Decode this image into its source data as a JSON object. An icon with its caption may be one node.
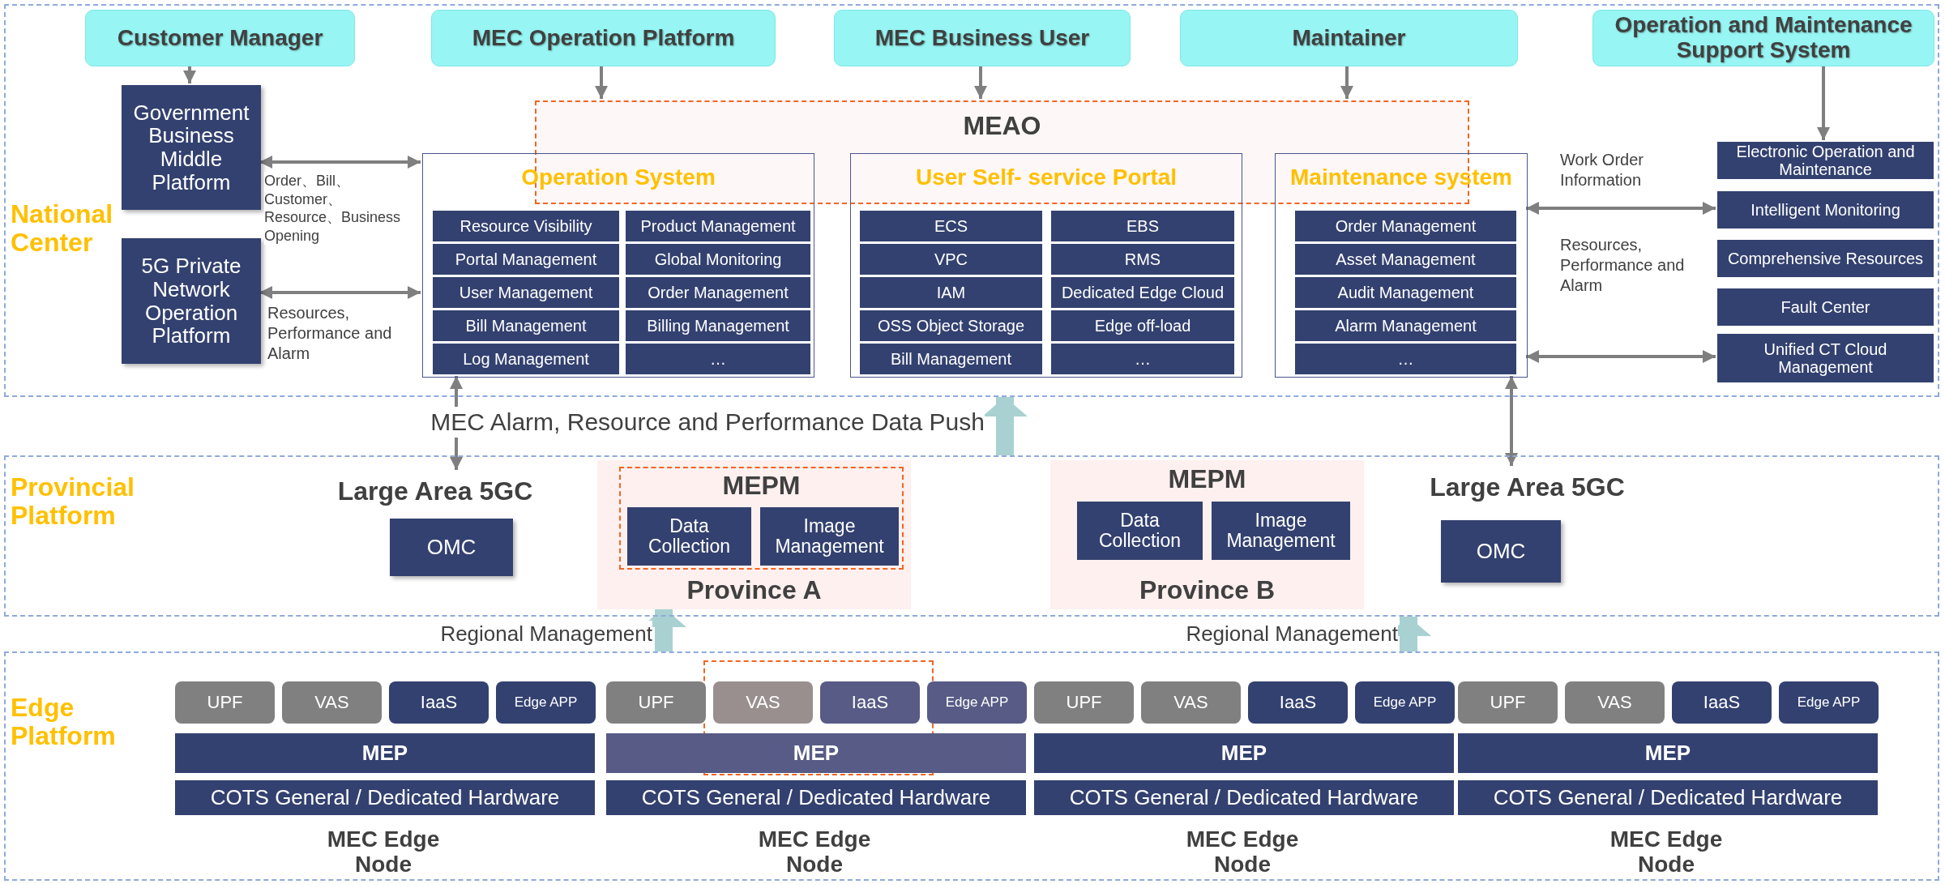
{
  "diagram": {
    "nodes": [
      {
        "text": [
          "National Center"
        ]
      },
      {
        "text": [
          "Customer Manager"
        ],
        "in": 0
      },
      {
        "text": [
          "MEC Operation Platform"
        ],
        "in": 0
      },
      {
        "text": [
          "MEC Business User"
        ],
        "in": 0
      },
      {
        "text": [
          "Maintainer"
        ],
        "in": 0
      },
      {
        "text": [
          "Operation and Maintenance Support System"
        ],
        "in": 0
      },
      {
        "text": [
          "Government Business Middle Platform"
        ],
        "in": 0
      },
      {
        "text": [
          "5G Private Network Operation Platform"
        ],
        "in": 0
      },
      {
        "text": [
          "MEAO"
        ],
        "in": 0
      },
      {
        "text": [
          "Operation System"
        ],
        "in": 0
      },
      {
        "text": [
          "Resource Visibility"
        ],
        "in": 9
      },
      {
        "text": [
          "Product Management"
        ],
        "in": 9
      },
      {
        "text": [
          "Portal Management"
        ],
        "in": 9
      },
      {
        "text": [
          "Global Monitoring"
        ],
        "in": 9
      },
      {
        "text": [
          "User Management"
        ],
        "in": 9
      },
      {
        "text": [
          "Order Management"
        ],
        "in": 9
      },
      {
        "text": [
          "Bill Management"
        ],
        "in": 9
      },
      {
        "text": [
          "Billing Management"
        ],
        "in": 9
      },
      {
        "text": [
          "Log Management"
        ],
        "in": 9
      },
      {
        "text": [
          "…"
        ],
        "in": 9
      },
      {
        "text": [
          "User Self- service Portal"
        ],
        "in": 0
      },
      {
        "text": [
          "ECS"
        ],
        "in": 20
      },
      {
        "text": [
          "EBS"
        ],
        "in": 20
      },
      {
        "text": [
          "VPC"
        ],
        "in": 20
      },
      {
        "text": [
          "RMS"
        ],
        "in": 20
      },
      {
        "text": [
          "IAM"
        ],
        "in": 20
      },
      {
        "text": [
          "Dedicated Edge Cloud"
        ],
        "in": 20
      },
      {
        "text": [
          "OSS Object Storage"
        ],
        "in": 20
      },
      {
        "text": [
          "Edge off-load"
        ],
        "in": 20
      },
      {
        "text": [
          "Bill Management"
        ],
        "in": 20
      },
      {
        "text": [
          "…"
        ],
        "in": 20
      },
      {
        "text": [
          "Maintenance system"
        ],
        "in": 0
      },
      {
        "text": [
          "Order Management"
        ],
        "in": 31
      },
      {
        "text": [
          "Asset Management"
        ],
        "in": 31
      },
      {
        "text": [
          "Audit Management"
        ],
        "in": 31
      },
      {
        "text": [
          "Alarm Management"
        ],
        "in": 31
      },
      {
        "text": [
          "…"
        ],
        "in": 31
      },
      {
        "text": [
          "Electronic Operation and Maintenance"
        ],
        "in": 0
      },
      {
        "text": [
          "Intelligent Monitoring"
        ],
        "in": 0
      },
      {
        "text": [
          "Comprehensive Resources"
        ],
        "in": 0
      },
      {
        "text": [
          "Fault Center"
        ],
        "in": 0
      },
      {
        "text": [
          "Unified CT Cloud Management"
        ],
        "in": 0
      },
      {
        "text": [
          "Provincial Platform"
        ]
      },
      {
        "text": [
          "Large Area 5GC"
        ],
        "in": 42
      },
      {
        "text": [
          "OMC"
        ],
        "in": 42
      },
      {
        "text": [
          "Province A"
        ],
        "in": 42
      },
      {
        "text": [
          "MEPM"
        ],
        "in": 45
      },
      {
        "text": [
          "Data Collection"
        ],
        "in": 46
      },
      {
        "text": [
          "Image Management"
        ],
        "in": 46
      },
      {
        "text": [
          "MEPM",
          "Province B"
        ],
        "in": 42
      },
      {
        "text": [
          "Data Collection"
        ],
        "in": 49
      },
      {
        "text": [
          "Image Management"
        ],
        "in": 49
      },
      {
        "text": [
          "Large Area 5GC"
        ],
        "in": 42
      },
      {
        "text": [
          "OMC"
        ],
        "in": 42
      },
      {
        "text": [
          "Edge Platform"
        ]
      },
      {
        "text": [
          "UPF"
        ],
        "in": 54
      },
      {
        "text": [
          "VAS"
        ],
        "in": 54
      },
      {
        "text": [
          "IaaS"
        ],
        "in": 54
      },
      {
        "text": [
          "Edge APP"
        ],
        "in": 54
      },
      {
        "text": [
          "MEP"
        ],
        "in": 54
      },
      {
        "text": [
          "COTS General / Dedicated Hardware"
        ],
        "in": 54
      },
      {
        "text": [
          "UPF"
        ],
        "in": 54
      },
      {
        "text": [
          "VAS"
        ],
        "in": 54
      },
      {
        "text": [
          "IaaS"
        ],
        "in": 54
      },
      {
        "text": [
          "Edge APP"
        ],
        "in": 54
      },
      {
        "text": [
          "MEP"
        ],
        "in": 54
      },
      {
        "text": [
          "COTS General / Dedicated Hardware"
        ],
        "in": 54
      },
      {
        "text": [
          "UPF"
        ],
        "in": 54
      },
      {
        "text": [
          "VAS"
        ],
        "in": 54
      },
      {
        "text": [
          "IaaS"
        ],
        "in": 54
      },
      {
        "text": [
          "Edge APP"
        ],
        "in": 54
      },
      {
        "text": [
          "MEP"
        ],
        "in": 54
      },
      {
        "text": [
          "COTS General / Dedicated Hardware"
        ],
        "in": 54
      },
      {
        "text": [
          "UPF"
        ],
        "in": 54
      },
      {
        "text": [
          "VAS"
        ],
        "in": 54
      },
      {
        "text": [
          "IaaS"
        ],
        "in": 54
      },
      {
        "text": [
          "Edge APP"
        ],
        "in": 54
      },
      {
        "text": [
          "MEP"
        ],
        "in": 54
      },
      {
        "text": [
          "COTS General / Dedicated Hardware"
        ],
        "in": 54
      }
    ],
    "edges": [
      {
        "from": 1,
        "to": 6,
        "arrow": "to"
      },
      {
        "from": 2,
        "to": 8,
        "arrow": "to"
      },
      {
        "from": 3,
        "to": 8,
        "arrow": "to"
      },
      {
        "from": 4,
        "to": 8,
        "arrow": "to"
      },
      {
        "from": 5,
        "to": 37,
        "arrow": "to"
      },
      {
        "from": 6,
        "to": 9,
        "arrow": "both",
        "label": "Order、Bill、Customer、Resource、Business Opening"
      },
      {
        "from": 7,
        "to": 9,
        "arrow": "both",
        "label": "Resources, Performance and Alarm"
      },
      {
        "from": 31,
        "to": 38,
        "arrow": "both",
        "label": "Work Order Information"
      },
      {
        "from": 31,
        "to": 41,
        "arrow": "both",
        "label": "Resources, Performance and Alarm"
      },
      {
        "from": 9,
        "to": 43,
        "arrow": "both"
      },
      {
        "from": 31,
        "to": 52,
        "arrow": "both"
      },
      {
        "from": 42,
        "to": 0,
        "arrow": "to",
        "style": "thick",
        "color": "#a9d1d1",
        "label": "MEC Alarm, Resource and Performance Data Push"
      },
      {
        "from": 54,
        "to": 45,
        "arrow": "to",
        "style": "thick",
        "color": "#a9d1d1",
        "label": "Regional Management"
      },
      {
        "from": 54,
        "to": 42,
        "arrow": "to",
        "style": "thick",
        "color": "#a9d1d1",
        "label": "Regional Management"
      }
    ],
    "labels": [
      "MEC Edge Node",
      "MEC Edge Node",
      "MEC Edge Node",
      "MEC Edge Node"
    ]
  }
}
